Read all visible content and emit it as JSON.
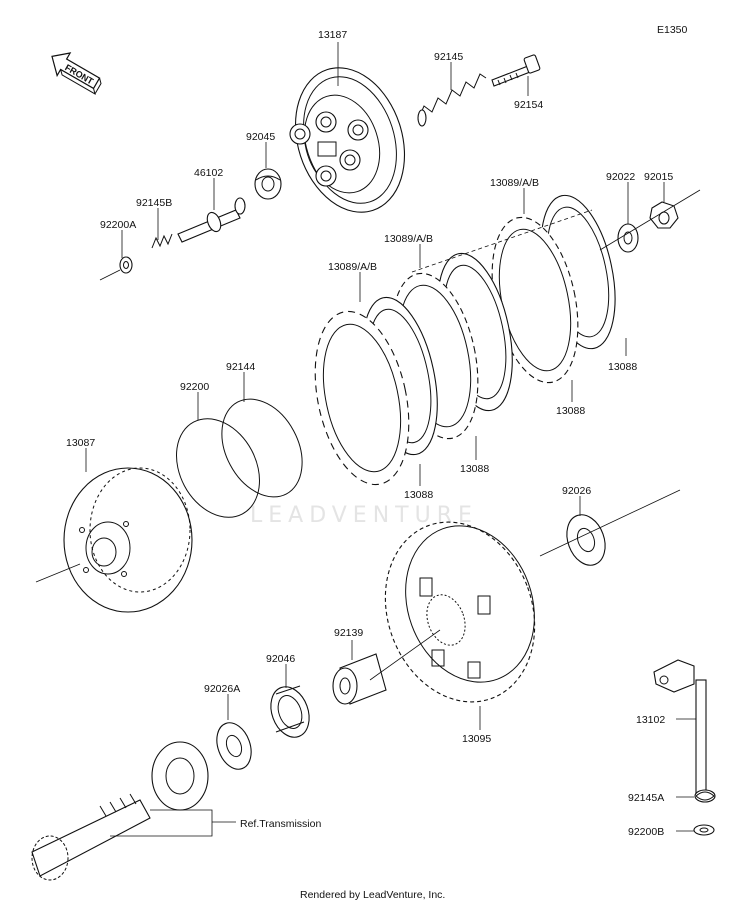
{
  "diagram_code": "E1350",
  "front_label": "FRONT",
  "watermark": "LEADVENTURE",
  "footer": "Rendered by LeadVenture, Inc.",
  "ref_transmission": "Ref.Transmission",
  "callouts": [
    {
      "id": "c13187",
      "text": "13187"
    },
    {
      "id": "c92145",
      "text": "92145"
    },
    {
      "id": "c92154",
      "text": "92154"
    },
    {
      "id": "c92045",
      "text": "92045"
    },
    {
      "id": "c46102",
      "text": "46102"
    },
    {
      "id": "c92145B",
      "text": "92145B"
    },
    {
      "id": "c92200A",
      "text": "92200A"
    },
    {
      "id": "c13089a",
      "text": "13089/A/B"
    },
    {
      "id": "c13089b",
      "text": "13089/A/B"
    },
    {
      "id": "c13089c",
      "text": "13089/A/B"
    },
    {
      "id": "c92022",
      "text": "92022"
    },
    {
      "id": "c92015",
      "text": "92015"
    },
    {
      "id": "c13088a",
      "text": "13088"
    },
    {
      "id": "c13088b",
      "text": "13088"
    },
    {
      "id": "c13088c",
      "text": "13088"
    },
    {
      "id": "c13088d",
      "text": "13088"
    },
    {
      "id": "c92144",
      "text": "92144"
    },
    {
      "id": "c92200",
      "text": "92200"
    },
    {
      "id": "c13087",
      "text": "13087"
    },
    {
      "id": "c92026",
      "text": "92026"
    },
    {
      "id": "c92139",
      "text": "92139"
    },
    {
      "id": "c92046",
      "text": "92046"
    },
    {
      "id": "c92026A",
      "text": "92026A"
    },
    {
      "id": "c13095",
      "text": "13095"
    },
    {
      "id": "c13102",
      "text": "13102"
    },
    {
      "id": "c92145A",
      "text": "92145A"
    },
    {
      "id": "c92200B",
      "text": "92200B"
    }
  ]
}
